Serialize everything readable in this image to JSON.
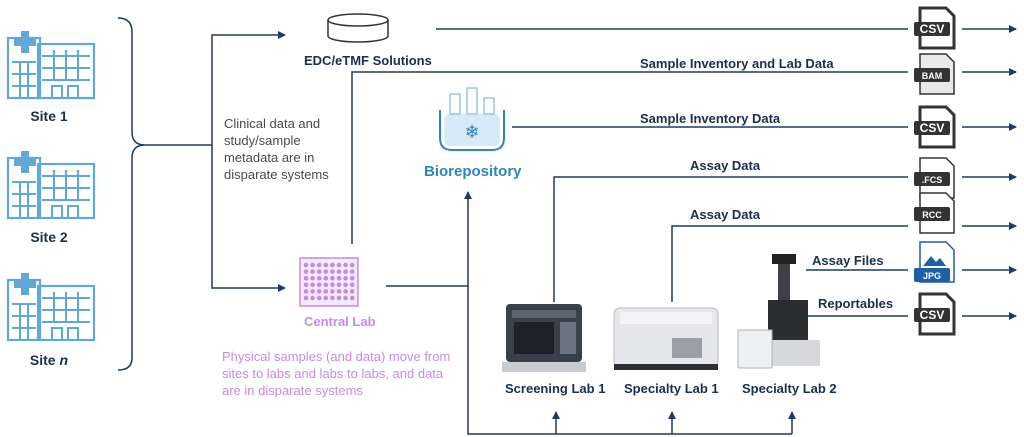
{
  "sites": [
    {
      "label": "Site 1"
    },
    {
      "label": "Site 2"
    },
    {
      "label": "Site ",
      "label_italic": "n"
    }
  ],
  "edc": {
    "label": "EDC/eTMF Solutions"
  },
  "biorepository": {
    "label": "Biorepository"
  },
  "central_lab": {
    "label": "Central Lab"
  },
  "notes": {
    "clinical": "Clinical data and study/sample metadata are in disparate systems",
    "physical": "Physical samples (and data) move from sites to labs and labs to labs, and data are in disparate systems"
  },
  "labs": [
    {
      "label": "Screening Lab 1"
    },
    {
      "label": "Specialty Lab 1"
    },
    {
      "label": "Specialty Lab 2"
    }
  ],
  "flows": [
    {
      "label": ""
    },
    {
      "label": "Sample Inventory and Lab Data"
    },
    {
      "label": "Sample Inventory Data"
    },
    {
      "label": "Assay Data"
    },
    {
      "label": "Assay Data"
    },
    {
      "label": "Assay Files"
    },
    {
      "label": "Reportables"
    }
  ],
  "file_icons": [
    {
      "name": "csv",
      "text": "CSV"
    },
    {
      "name": "bam",
      "text": "BAM"
    },
    {
      "name": "csv",
      "text": "CSV"
    },
    {
      "name": "fcs",
      "text": ".FCS"
    },
    {
      "name": "rcc",
      "text": "RCC"
    },
    {
      "name": "jpg",
      "text": "JPG"
    },
    {
      "name": "csv",
      "text": "CSV"
    }
  ],
  "colors": {
    "line": "#1f3a64",
    "site_icon": "#5fa8d8",
    "biorepo": "#2e86c1",
    "central_lab": "#c58be0",
    "note_clinical": "#4a4a4a",
    "note_physical": "#c58be0"
  }
}
